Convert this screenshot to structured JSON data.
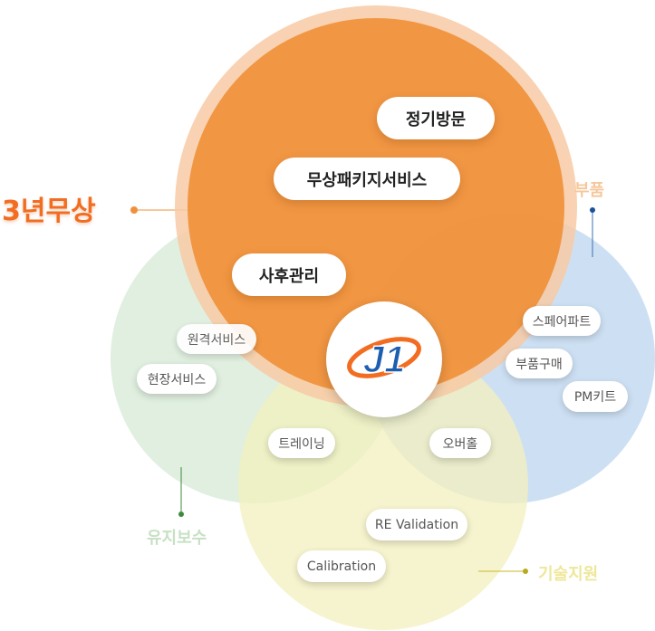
{
  "pills": {
    "regular_visit": "정기방문",
    "package_service": "무상패키지서비스",
    "after_service": "사후관리",
    "remote_service": "원격서비스",
    "onsite_service": "현장서비스",
    "training": "트레이닝",
    "overhaul": "오버홀",
    "spare_parts": "스페어파트",
    "parts_purchase": "부품구매",
    "pm_kit": "PM키트",
    "re_validation": "RE Validation",
    "calibration": "Calibration"
  },
  "labels": {
    "free_3yr": "3년무상",
    "parts": "부품",
    "maintenance": "유지보수",
    "tech_support": "기술지원"
  },
  "logo": {
    "text": "J1"
  },
  "colors": {
    "orange": "#f0913a",
    "orange_ring": "#f7caa4",
    "green": "#d6ead6",
    "blue": "#bcd6ef",
    "yellow": "#f3f0bd",
    "label_orange": "#f26d21",
    "logo_blue": "#1c5fb0"
  }
}
